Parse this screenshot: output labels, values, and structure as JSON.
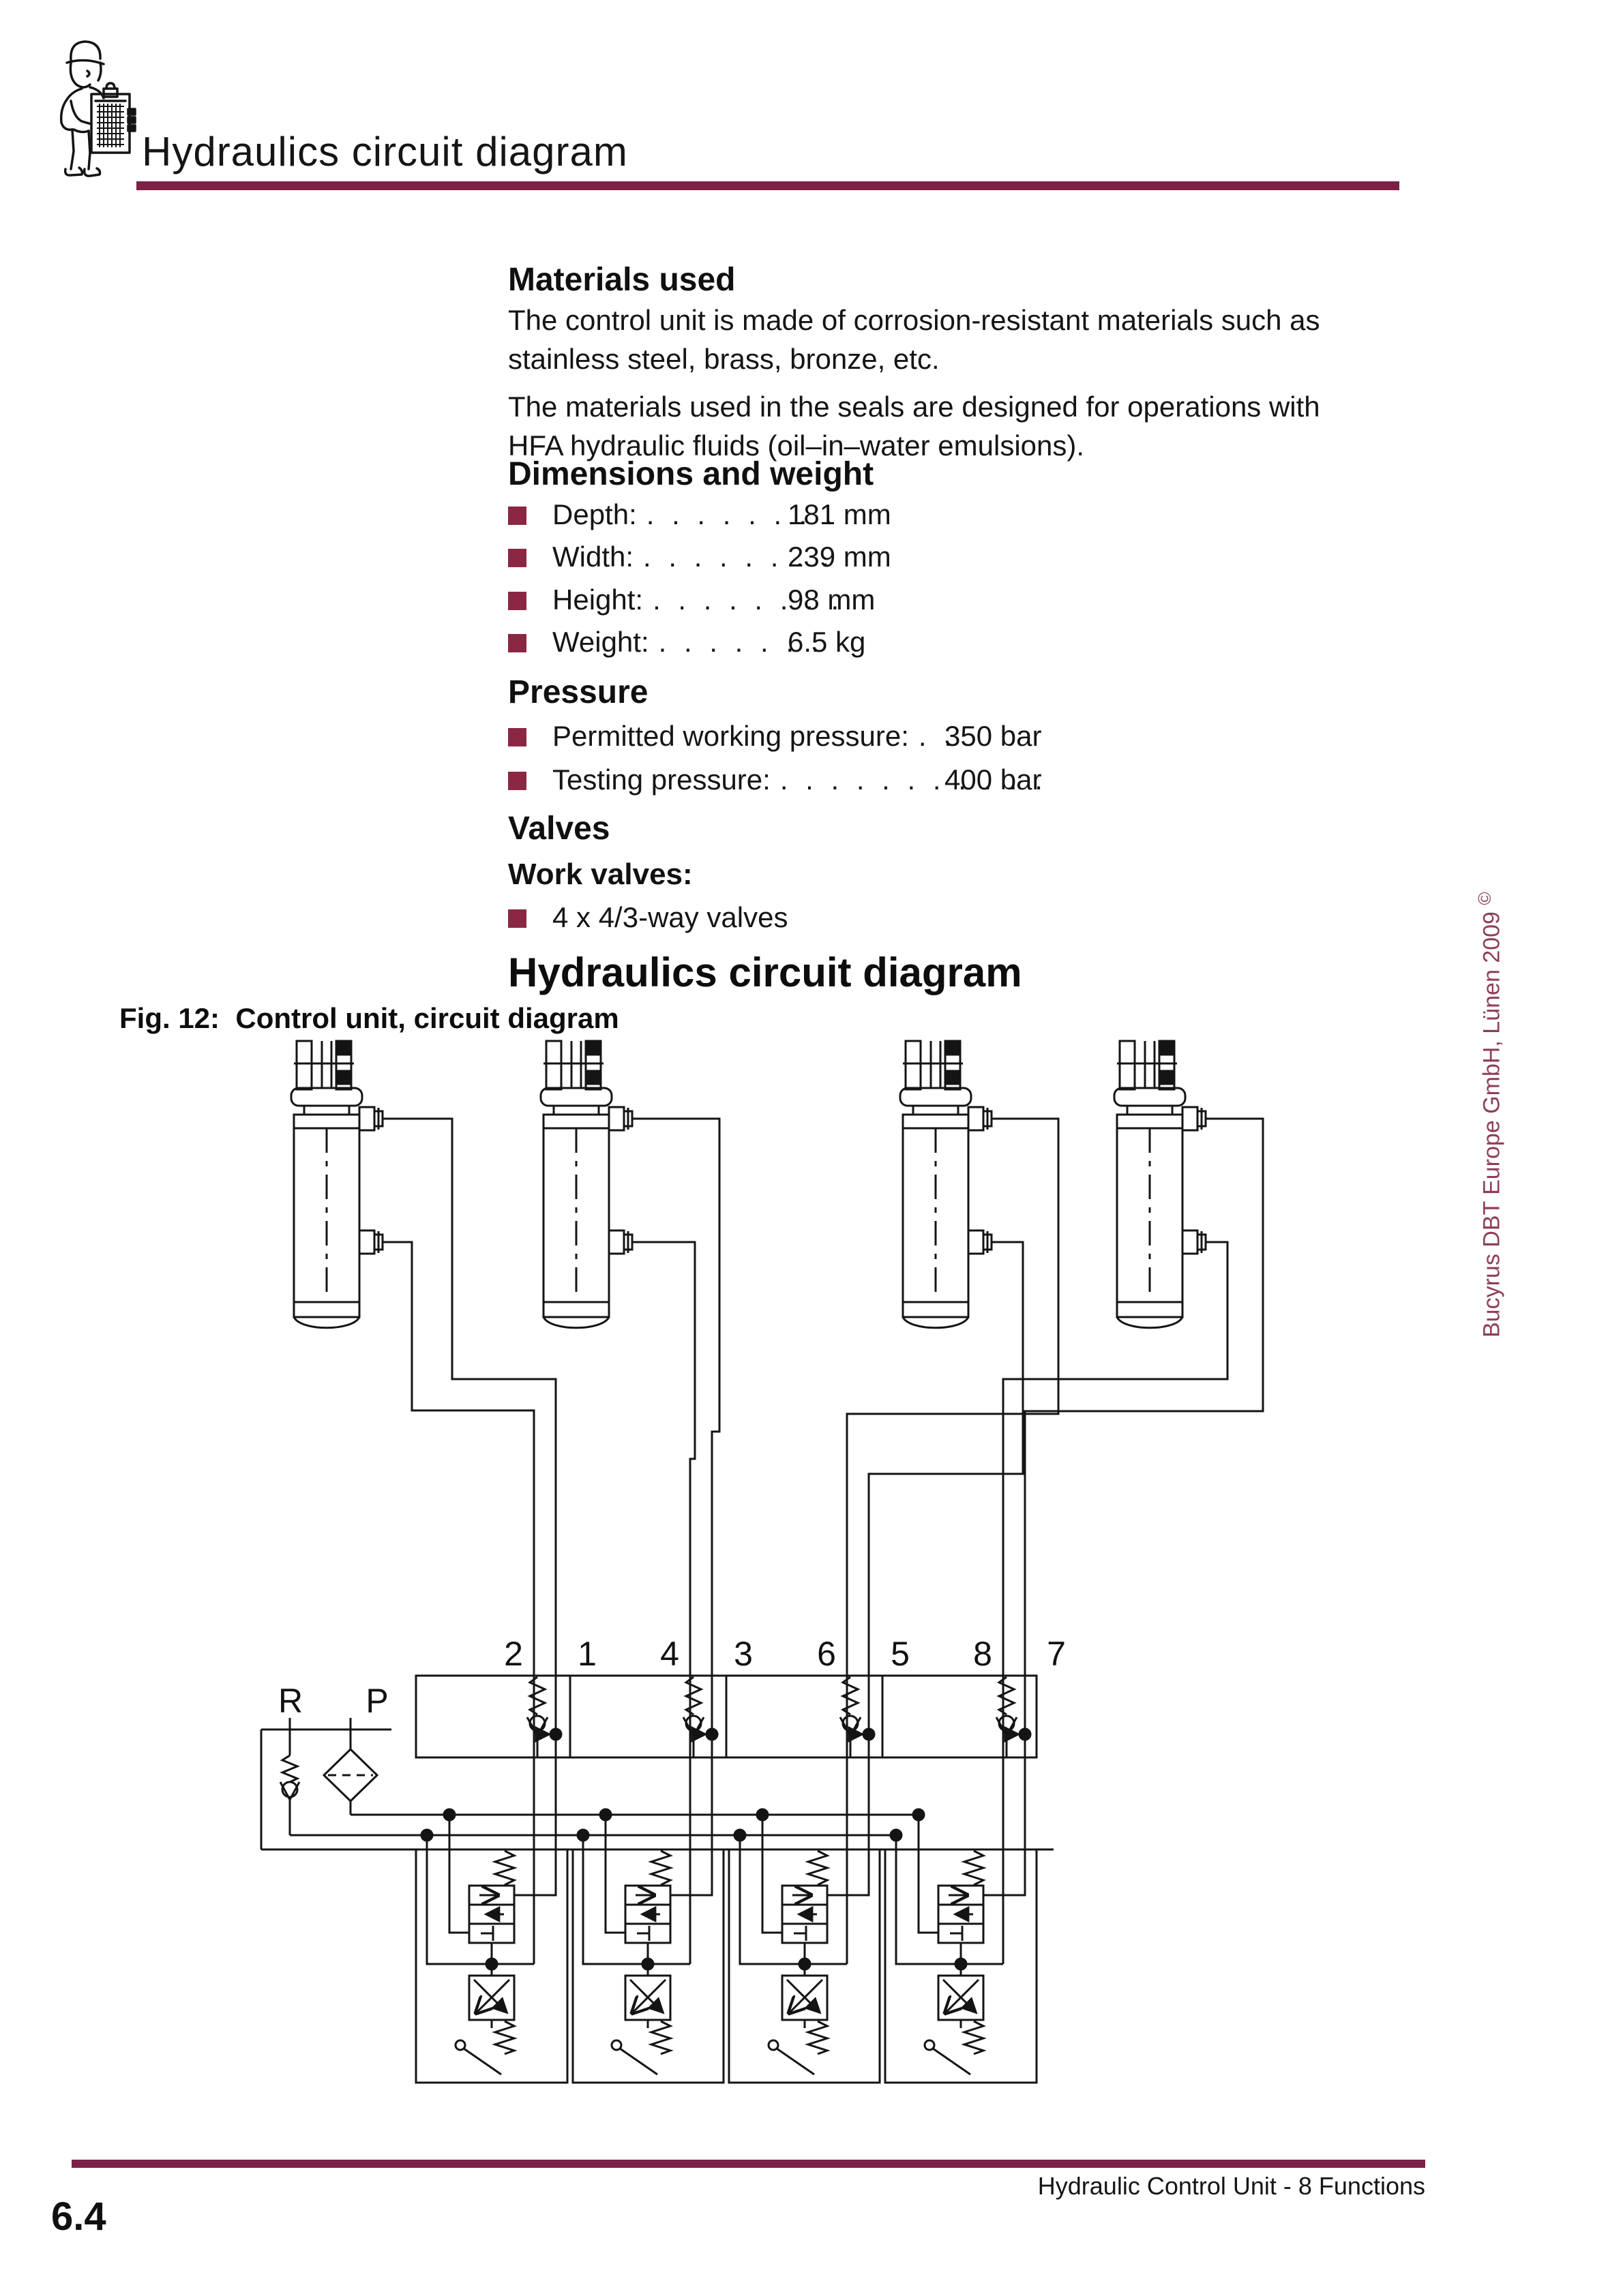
{
  "page": {
    "header": {
      "title": "Hydraulics circuit diagram"
    },
    "materials": {
      "heading": "Materials used",
      "para1": [
        "The control unit is made of corrosion-resistant materials such as",
        "stainless steel, brass, bronze, etc."
      ],
      "para2": [
        "The materials used in the seals are designed for operations with",
        "HFA hydraulic fluids (oil–in–water emulsions)."
      ]
    },
    "dimensions": {
      "heading": "Dimensions and weight",
      "items": [
        {
          "label": "Depth:",
          "leader": ". . . . . . . .",
          "value": "181 mm"
        },
        {
          "label": "Width:",
          "leader": ". . . . . . . .",
          "value": "239 mm"
        },
        {
          "label": "Height:",
          "leader": ". . . . . . . .",
          "value": "98 mm"
        },
        {
          "label": "Weight:",
          "leader": ". . . . . . .",
          "value": "6.5 kg"
        }
      ]
    },
    "pressure": {
      "heading": "Pressure",
      "items": [
        {
          "label": "Permitted working pressure:",
          "leader": ". .",
          "value": "350 bar"
        },
        {
          "label": "Testing pressure:",
          "leader": ". . . . . . . . . . .",
          "value": "400 bar"
        }
      ]
    },
    "valves": {
      "heading": "Valves",
      "subheading": "Work valves:",
      "item": "4 x 4/3-way valves"
    },
    "figure": {
      "heading": "Hydraulics circuit diagram",
      "caption": "Fig. 12:  Control unit, circuit diagram"
    },
    "diagram": {
      "port_numbers": [
        "2",
        "1",
        "4",
        "3",
        "6",
        "5",
        "8",
        "7"
      ],
      "return_port": "R",
      "pressure_port": "P"
    },
    "sidebar": {
      "text": "Bucyrus DBT Europe GmbH, Lünen 2009",
      "copyright": "©"
    },
    "footer": {
      "page_number": "6.4",
      "doc_title": "Hydraulic Control Unit - 8 Functions"
    },
    "colors": {
      "accent": "#7c2046",
      "bullet": "#8a2743",
      "sidebar_text": "#8f3e56"
    }
  }
}
